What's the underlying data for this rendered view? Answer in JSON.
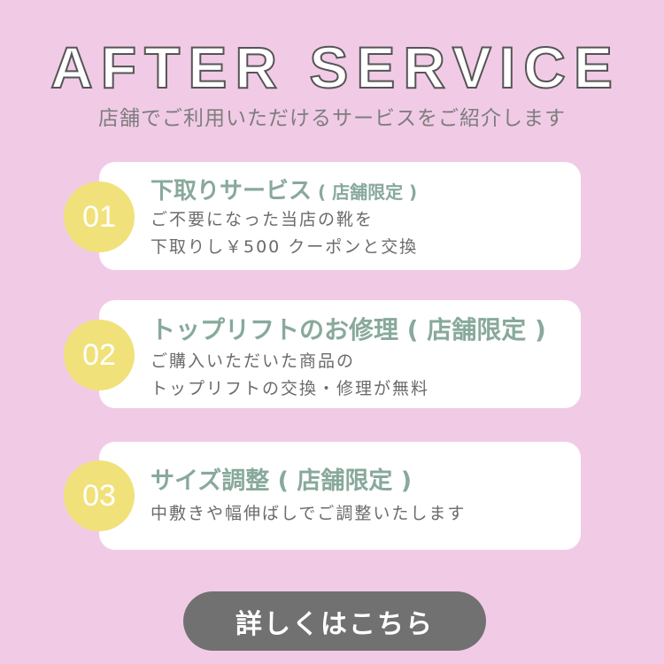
{
  "header": {
    "title": "AFTER SERVICE",
    "subtitle": "店舗でご利用いただけるサービスをご紹介します"
  },
  "services": [
    {
      "number": "01",
      "title": "下取りサービス",
      "note": " ( 店舗限定 )",
      "description": "ご不要になった当店の靴を\n下取りし￥500 クーポンと交換"
    },
    {
      "number": "02",
      "title": "トップリフトのお修理",
      "note": " ( 店舗限定 )",
      "description": "ご購入いただいた商品の\nトップリフトの交換・修理が無料"
    },
    {
      "number": "03",
      "title": "サイズ調整",
      "note": " ( 店舗限定 )",
      "description": "中敷きや幅伸ばしでご調整いたします"
    }
  ],
  "cta": {
    "label": "詳しくはこちら"
  },
  "colors": {
    "background": "#f1cbe6",
    "accent": "#f1e17a",
    "title": "#88a99b",
    "button": "#717171"
  }
}
